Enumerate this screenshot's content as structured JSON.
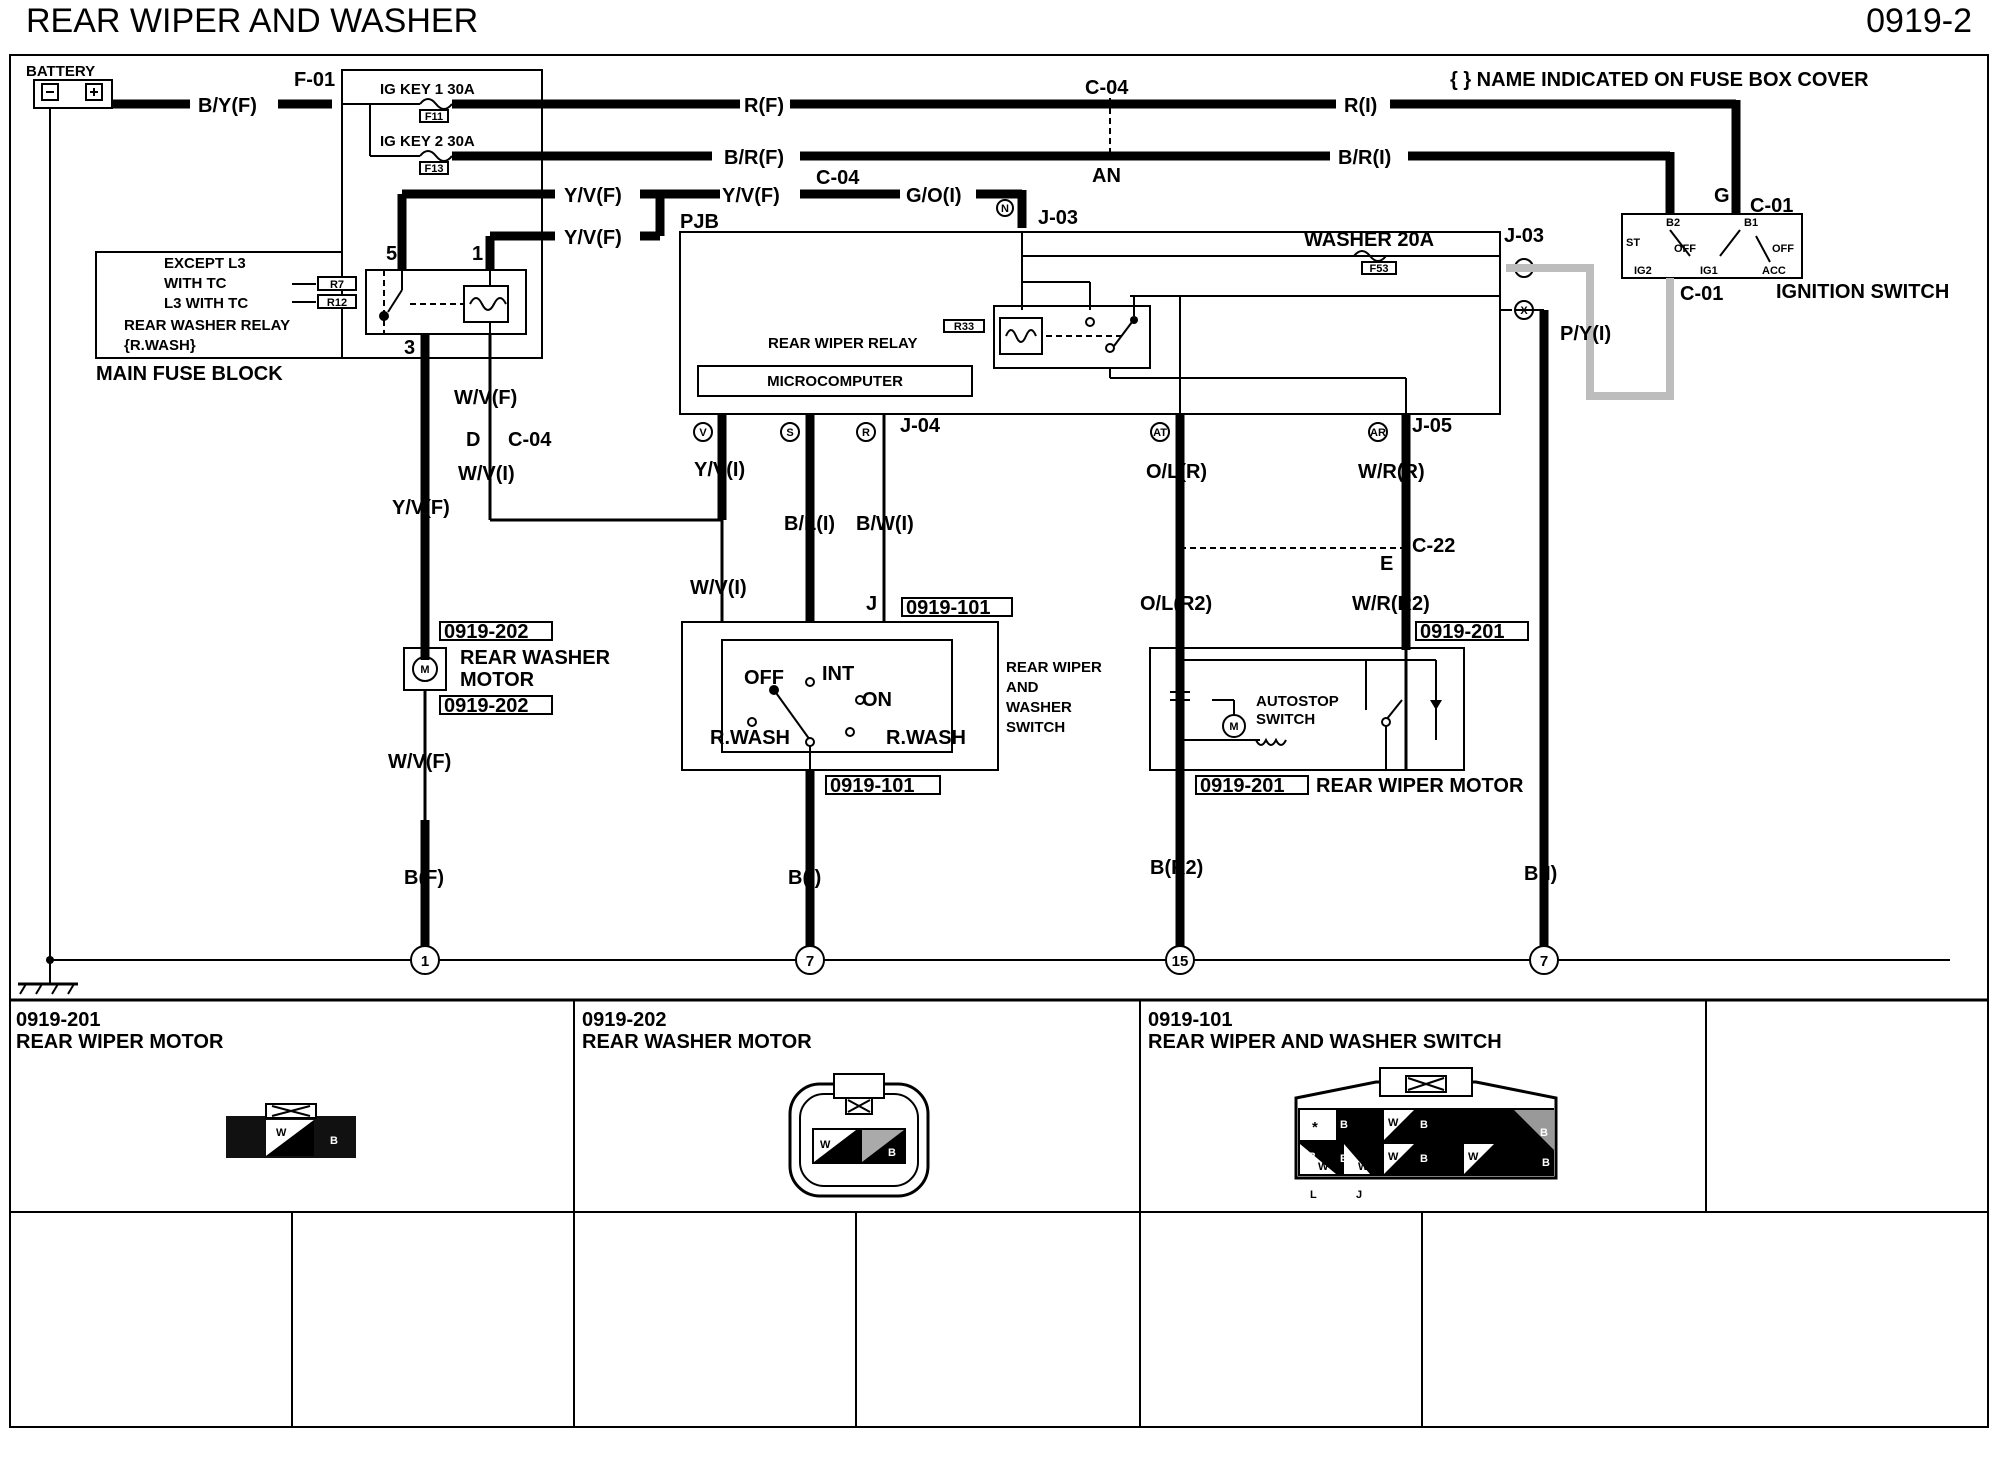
{
  "header": {
    "title": "REAR WIPER AND WASHER",
    "page_code": "0919-2"
  },
  "legend_note": "{ } NAME INDICATED ON FUSE BOX COVER",
  "components": {
    "battery": "BATTERY",
    "ig_key1": "IG KEY 1 30A",
    "ig_key2": "IG KEY 2 30A",
    "fuse_f11": "F11",
    "fuse_f13": "F13",
    "except_l3": "EXCEPT L3",
    "with_tc": "WITH TC",
    "l3_with_tc": "L3 WITH TC",
    "r7": "R7",
    "r12": "R12",
    "rear_washer_relay": "REAR WASHER RELAY",
    "r_wash_brace": "{R.WASH}",
    "main_fuse_block": "MAIN FUSE BLOCK",
    "pjb": "PJB",
    "washer_fuse": "WASHER 20A",
    "fuse_f53": "F53",
    "r33": "R33",
    "rear_wiper_relay": "REAR WIPER RELAY",
    "microcomputer": "MICROCOMPUTER",
    "ignition_switch": "IGNITION SWITCH",
    "rear_washer_motor_l1": "REAR WASHER",
    "rear_washer_motor_l2": "MOTOR",
    "switch_l1": "REAR WIPER",
    "switch_l2": "AND",
    "switch_l3": "WASHER",
    "switch_l4": "SWITCH",
    "sw_off": "OFF",
    "sw_int": "INT",
    "sw_on": "ON",
    "sw_rwash": "R.WASH",
    "autostop_l1": "AUTOSTOP",
    "autostop_l2": "SWITCH",
    "rear_wiper_motor": "REAR WIPER MOTOR",
    "motor_symbol": "M",
    "ign_st": "ST",
    "ign_b2": "B2",
    "ign_b1": "B1",
    "ign_off": "OFF",
    "ign_ig2": "IG2",
    "ign_ig1": "IG1",
    "ign_acc": "ACC"
  },
  "connectors": {
    "f01": "F-01",
    "c04": "C-04",
    "c01": "C-01",
    "j03": "J-03",
    "j04": "J-04",
    "j05": "J-05",
    "c22": "C-22",
    "pin_an": "AN",
    "pin_g": "G",
    "pin_d": "D",
    "pin_e": "E",
    "pin_j": "J",
    "pin_5": "5",
    "pin_1": "1",
    "pin_3": "3",
    "pin_n": "N",
    "pin_v": "V",
    "pin_s": "S",
    "pin_r": "R",
    "pin_at": "AT",
    "pin_ar": "AR",
    "pin_ac": "AC",
    "pin_x": "X",
    "pin_l": "L",
    "pin_jj": "J",
    "ref_202": "0919-202",
    "ref_101": "0919-101",
    "ref_201": "0919-201"
  },
  "wires": {
    "by_f": "B/Y(F)",
    "r_f": "R(F)",
    "r_i": "R(I)",
    "br_f": "B/R(F)",
    "br_i": "B/R(I)",
    "yv_f": "Y/V(F)",
    "go_i": "G/O(I)",
    "wv_f": "W/V(F)",
    "wv_i": "W/V(I)",
    "yv_i": "Y/V(I)",
    "bl_i": "B/L(I)",
    "bw_i": "B/W(I)",
    "ol_r": "O/L(R)",
    "wr_r": "W/R(R)",
    "ol_r2": "O/L(R2)",
    "wr_r2": "W/R(R2)",
    "py_i": "P/Y(I)",
    "b_f": "B(F)",
    "b_i": "B(I)",
    "b_r2": "B(R2)"
  },
  "grounds": {
    "g1": "1",
    "g7a": "7",
    "g15": "15",
    "g7b": "7"
  },
  "connector_table": [
    {
      "code": "0919-201",
      "name": "REAR WIPER MOTOR"
    },
    {
      "code": "0919-202",
      "name": "REAR WASHER MOTOR"
    },
    {
      "code": "0919-101",
      "name": "REAR WIPER AND WASHER SWITCH"
    }
  ],
  "terminal_marks": {
    "w": "W",
    "b": "B",
    "star": "*"
  }
}
